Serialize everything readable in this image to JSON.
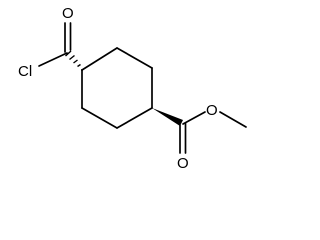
{
  "molecule": {
    "atoms": {
      "cl": "Cl",
      "o_acyl": "O",
      "o_ester_carbonyl": "O",
      "o_ester_single": "O"
    },
    "colors": {
      "bond": "#000000",
      "text": "#000000",
      "background": "#ffffff"
    }
  }
}
